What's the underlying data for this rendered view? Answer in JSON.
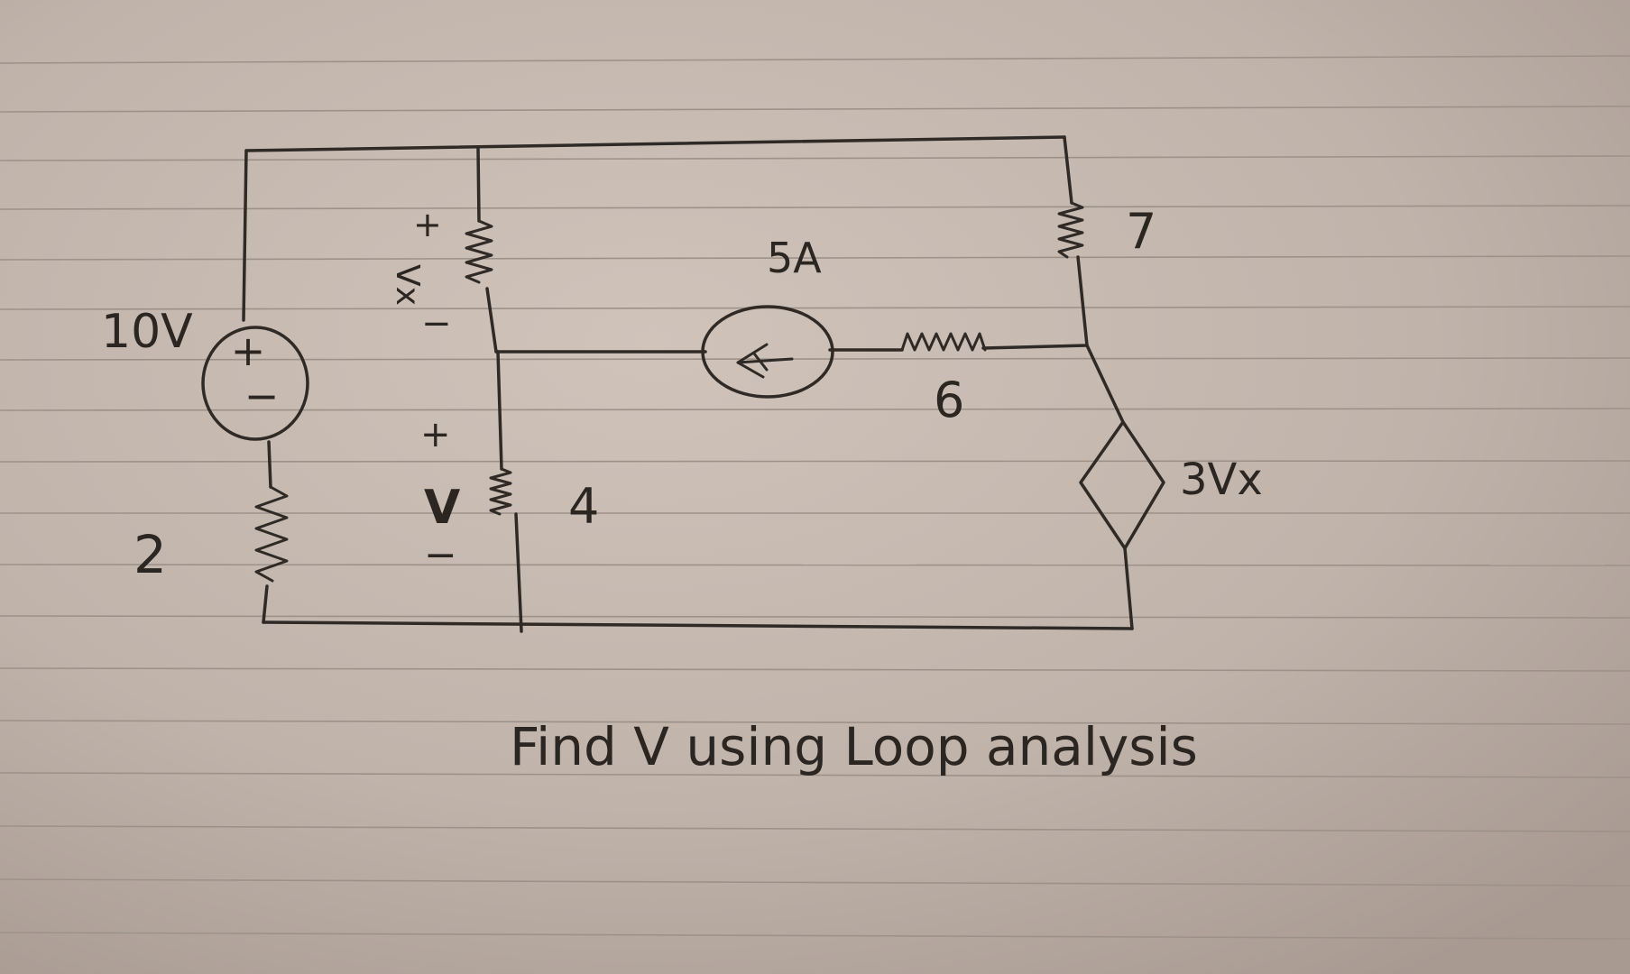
{
  "diagram": {
    "labels": {
      "source_10v": "10V",
      "plus": "+",
      "minus": "−",
      "r2": "2",
      "vx_plus": "+",
      "vx": "Vx",
      "vx_minus": "−",
      "v_plus": "+",
      "v": "V",
      "v_minus": "−",
      "r4": "4",
      "current_5a": "5A",
      "r6": "6",
      "r7": "7",
      "dep_source": "3Vx"
    },
    "prompt": "Find V using Loop analysis"
  }
}
